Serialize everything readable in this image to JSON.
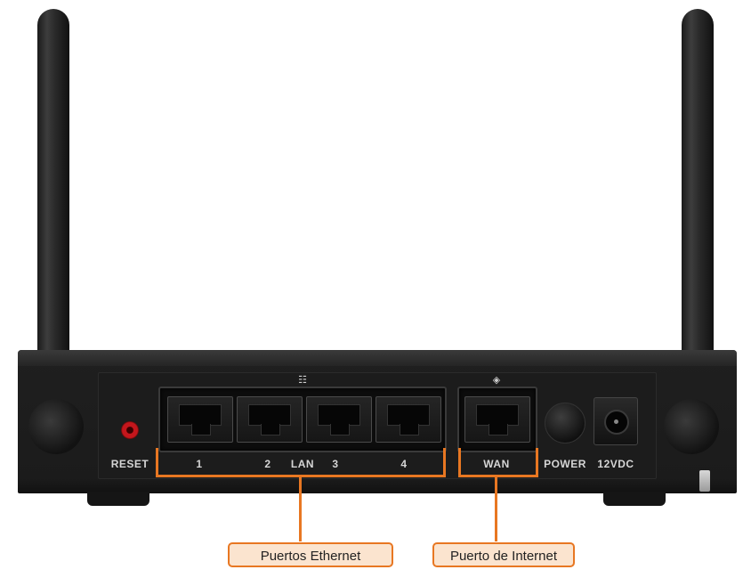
{
  "panel": {
    "reset_label": "RESET",
    "lan_port_numbers": [
      "1",
      "2",
      "3",
      "4"
    ],
    "lan_label": "LAN",
    "wan_label": "WAN",
    "power_label": "POWER",
    "dc_label": "12VDC",
    "lan_icon": "network-icon",
    "wan_icon": "globe-icon"
  },
  "callouts": {
    "ethernet": "Puertos Ethernet",
    "internet": "Puerto de Internet"
  },
  "colors": {
    "callout_accent": "#e87722",
    "callout_fill": "#fbe4cf",
    "reset_red": "#c4161c"
  }
}
